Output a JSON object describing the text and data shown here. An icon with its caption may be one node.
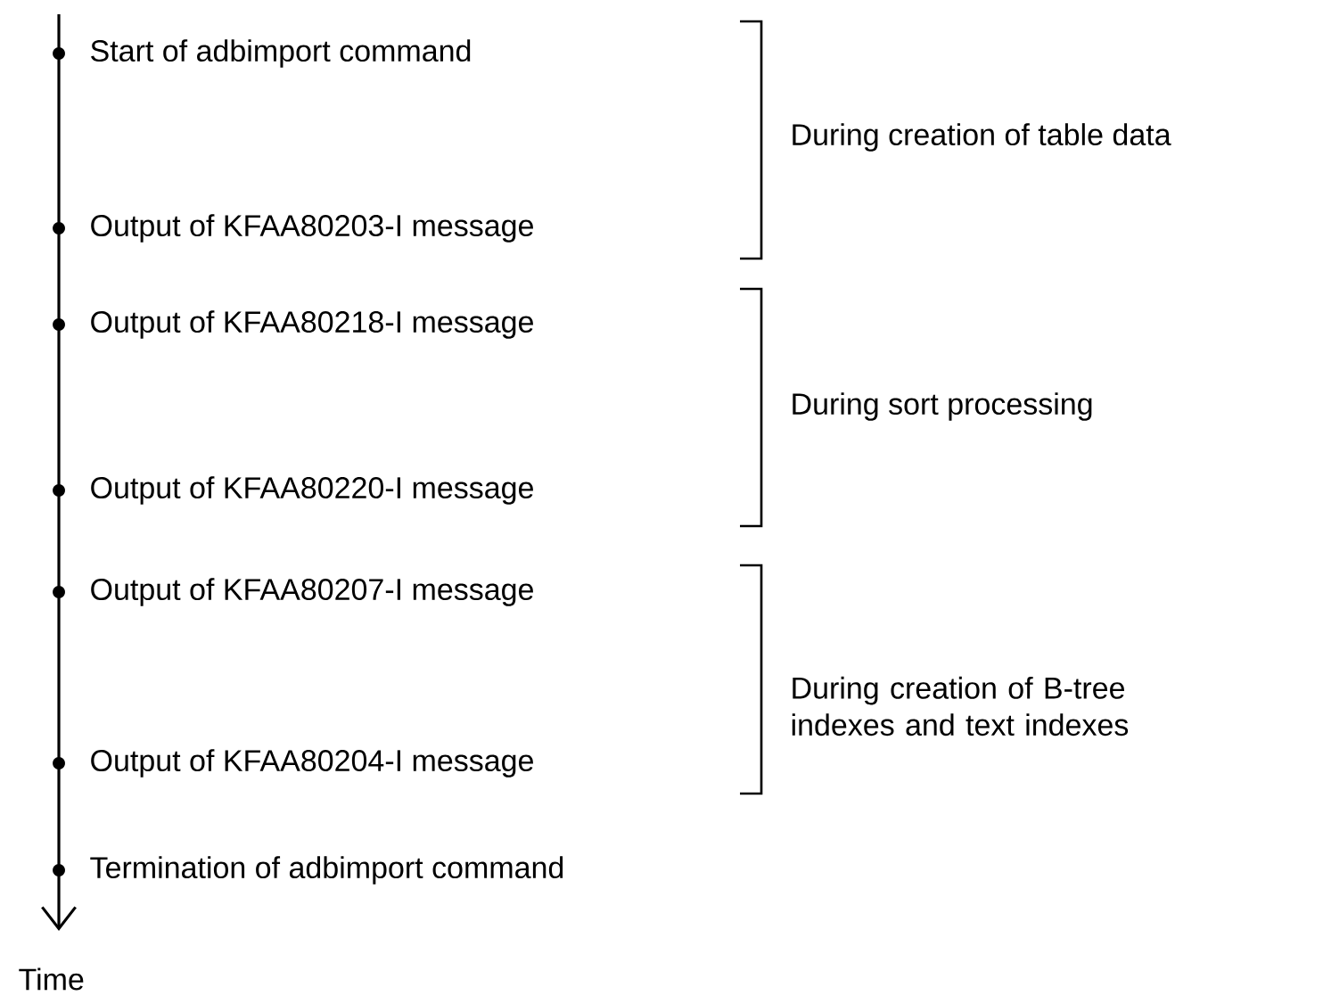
{
  "diagram": {
    "labels": [
      "Start of adbimport command",
      "During creation of table data",
      "Output of KFAA80203-I message",
      "Output of KFAA80218-I message",
      "During sort processing",
      "Output of KFAA80220-I message",
      "Output of KFAA80207-I message",
      "During creation of B-tree indexes and text indexes",
      "Output of KFAA80204-I message",
      "Termination of adbimport command",
      "Time"
    ]
  }
}
